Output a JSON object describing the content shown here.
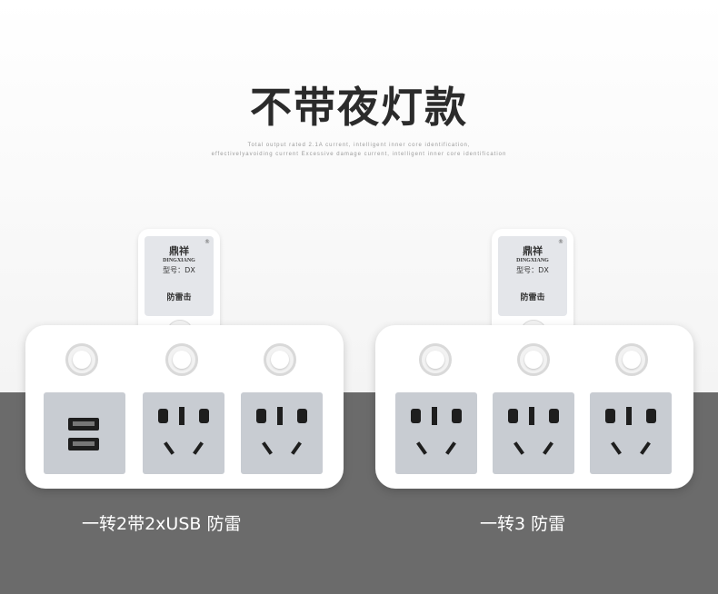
{
  "title": "不带夜灯款",
  "subtitle_line1": "Total output rated 2.1A current, intelligent inner core identification,",
  "subtitle_line2": "effectivelyavoiding current Excessive damage current, intelligent inner core identification",
  "products": [
    {
      "brand": "鼎祥",
      "brand_en": "DINGXIANG",
      "model": "型号：DX",
      "surge": "防雷击",
      "caption": "一转2带2xUSB 防雷"
    },
    {
      "brand": "鼎祥",
      "brand_en": "DINGXIANG",
      "model": "型号：DX",
      "surge": "防雷击",
      "caption": "一转3 防雷"
    }
  ],
  "colors": {
    "dark_band": "#6b6b6b",
    "socket_face": "#c8ccd2",
    "title": "#2b2b2b"
  }
}
